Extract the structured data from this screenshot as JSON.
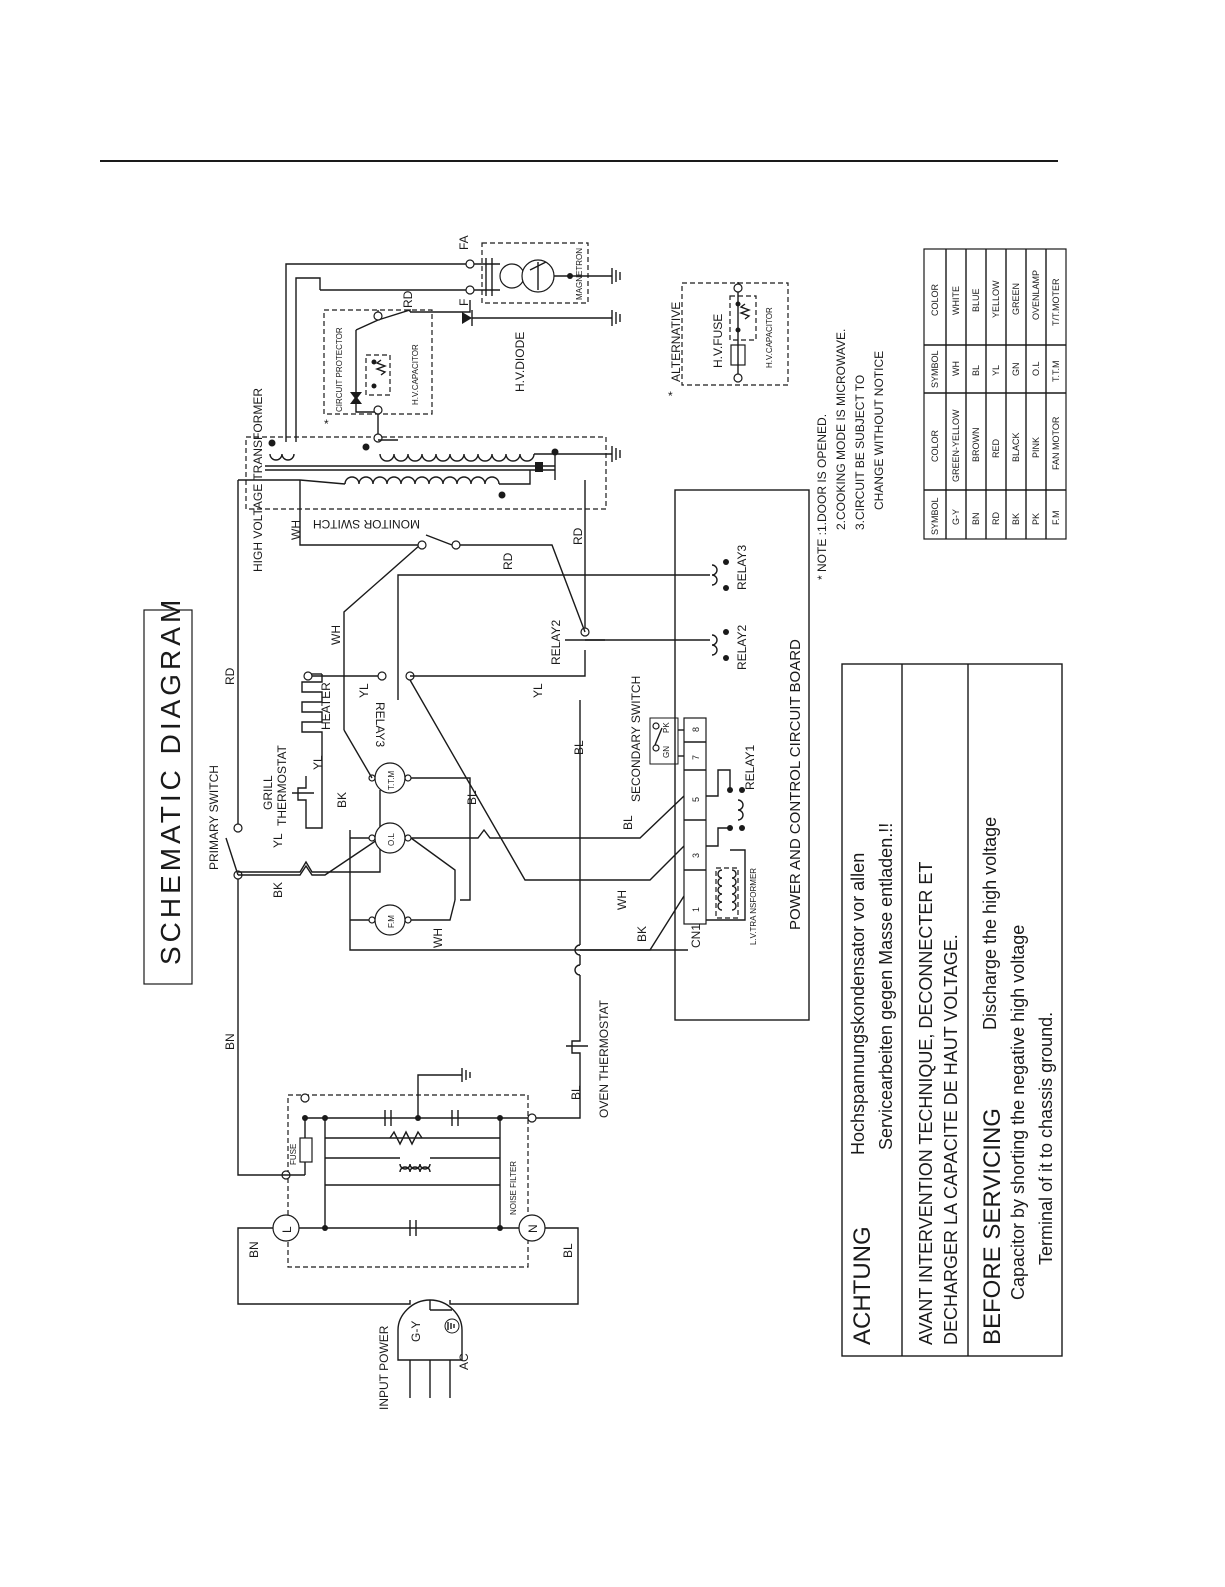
{
  "title": "SCHEMATIC DIAGRAM",
  "labels": {
    "input_power": "INPUT POWER",
    "ac": "AC",
    "gy": "G-Y",
    "bn_left": "BN",
    "bl_left": "BL",
    "L": "L",
    "N": "N",
    "fuse": "FUSE",
    "noise_filter": "NOISE FILTER",
    "oven_thermostat": "OVEN THERMOSTAT",
    "bl_oven": "BL",
    "bn_top": "BN",
    "primary_switch": "PRIMARY SWITCH",
    "rd_top": "RD",
    "grill": "GRILL",
    "thermostat": "THERMOSTAT",
    "yl_g1": "YL",
    "yl_g2": "YL",
    "bk_1": "BK",
    "bk_2": "BK",
    "heater": "HEATER",
    "yl_h": "YL",
    "relay3_inv": "RELAY3",
    "wh_1": "WH",
    "ttm": "T.T.M",
    "ol": "O.L",
    "fm": "F.M",
    "bl_ttm": "BL",
    "wh_fm": "WH",
    "yl_r2": "YL",
    "bl_mid": "BL",
    "relay2_top": "RELAY2",
    "secondary_switch": "SECONDARY SWITCH",
    "gn": "GN",
    "pk": "PK",
    "bl_cn": "BL",
    "wh_cn": "WH",
    "bk_cn": "BK",
    "cn1": "CN1",
    "pins": [
      "1",
      "3",
      "5",
      "7",
      "8"
    ],
    "lv_transformer": "L.V.TRA NSFORMER",
    "relay1": "RELAY1",
    "relay2": "RELAY2",
    "relay3": "RELAY3",
    "board": "POWER AND CONTROL CIRCUIT BOARD",
    "rd_mid": "RD",
    "rd_board": "RD",
    "wh_mon": "WH",
    "monitor_switch": "MONITOR SWITCH",
    "hv_transformer": "HIGH VOLTAGE TRANSFORMER",
    "circuit_protector": "CIRCUIT PROTECTOR",
    "hv_capacitor": "H.V.CAPACITOR",
    "hv_diode": "H.V.DIODE",
    "rd_hv": "RD",
    "F": "F",
    "FA": "FA",
    "magnetron": "MAGNETRON",
    "star": "*",
    "alternative": "ALTERNATIVE",
    "alt_star": "*",
    "hv_fuse": "H.V.FUSE",
    "alt_hv_cap": "H.V.CAPACITOR"
  },
  "notes": [
    "* NOTE :1.DOOR IS OPENED.",
    "2.COOKING MODE IS MICROWAVE.",
    "3.CIRCUIT BE SUBJECT TO",
    "CHANGE WITHOUT NOTICE"
  ],
  "color_table": {
    "headers": [
      "SYMBOL",
      "COLOR"
    ],
    "rows": [
      [
        "G-Y",
        "GREEN-YELLOW",
        "WH",
        "WHITE"
      ],
      [
        "BN",
        "BROWN",
        "BL",
        "BLUE"
      ],
      [
        "RD",
        "RED",
        "YL",
        "YELLOW"
      ],
      [
        "BK",
        "BLACK",
        "GN",
        "GREEN"
      ],
      [
        "PK",
        "PINK",
        "O.L",
        "OVENLAMP"
      ],
      [
        "F.M",
        "FAN MOTOR",
        "T.T.M",
        "T/T.MOTER"
      ]
    ]
  },
  "warning": {
    "achtung_head": "ACHTUNG",
    "achtung_1": "Hochspannungskondensator vor allen",
    "achtung_2": "Servicearbeiten gegen Masse entladen.!!",
    "avant_1": "AVANT INTERVENTION TECHNIQUE, DECONNECTER ET",
    "avant_2": "DECHARGER LA CAPACITE DE HAUT VOLTAGE.",
    "before_head": "BEFORE SERVICING",
    "before_1": "Discharge the high voltage",
    "before_2": "Capacitor by shorting the negative high voltage",
    "before_3": "Terminal of it to chassis ground."
  }
}
